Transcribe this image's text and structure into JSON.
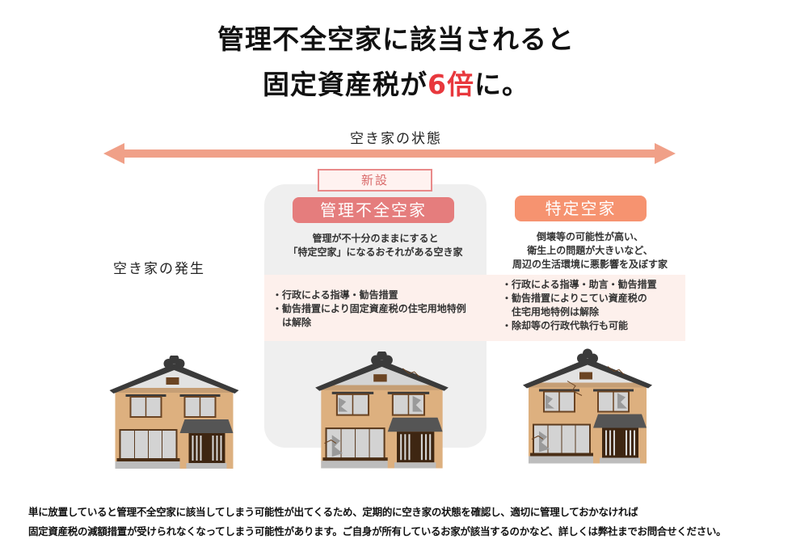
{
  "title": {
    "line1": "管理不全空家に該当されると",
    "line2_prefix": "固定資産税が",
    "line2_highlight": "6倍",
    "line2_suffix": "に。"
  },
  "axis_label": "空き家の状態",
  "stage_occurrence": {
    "label": "空き家の発生"
  },
  "stage_mismanaged": {
    "badge": "新設",
    "title": "管理不全空家",
    "desc": [
      "管理が不十分のままにすると",
      "「特定空家」になるおそれがある空き家"
    ],
    "measures": [
      "・行政による指導・勧告措置",
      "・勧告措置により固定資産税の住宅用地特例",
      "は解除"
    ]
  },
  "stage_specified": {
    "title": "特定空家",
    "desc": [
      "倒壊等の可能性が高い、",
      "衛生上の問題が大きいなど、",
      "周辺の生活環境に悪影響を及ぼす家"
    ],
    "measures": [
      "・行政による指導・助言・勧告措置",
      "・勧告措置によりこてい資産税の",
      "住宅用地特例は解除",
      "・除却等の行政代執行も可能"
    ]
  },
  "footer": [
    "単に放置していると管理不全空家に該当してしまう可能性が出てくるため、定期的に空き家の状態を確認し、適切に管理しておかなければ",
    "固定資産税の減額措置が受けられなくなってしまう可能性があります。ご自身が所有しているお家が該当するのかなど、詳しくは弊社までお問合せください。"
  ],
  "colors": {
    "highlight": "#e8383d",
    "arrow": "#f0a088",
    "mismanaged": "#e57d7d",
    "specified": "#f69370"
  }
}
